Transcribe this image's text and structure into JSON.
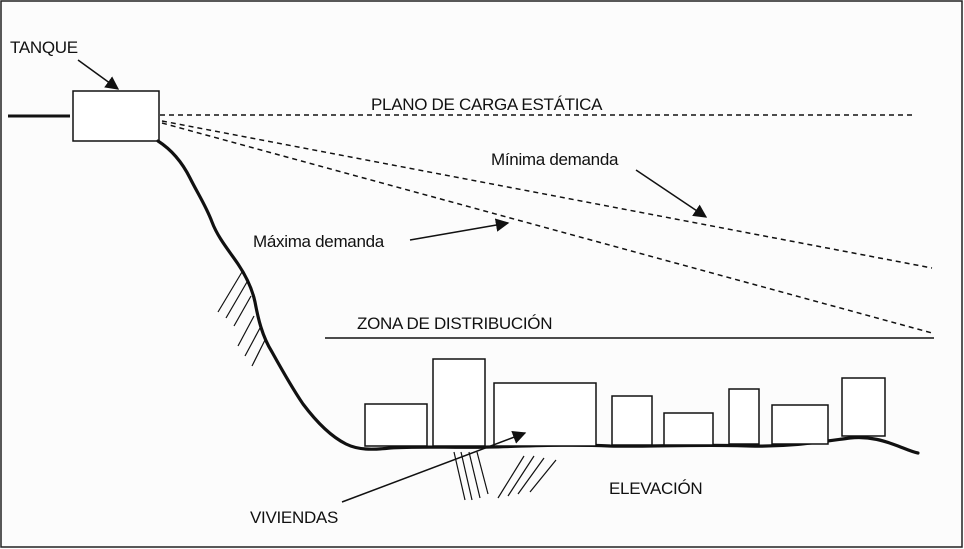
{
  "labels": {
    "tanque": "TANQUE",
    "plano": "PLANO DE CARGA ESTÁTICA",
    "minima": "Mínima demanda",
    "maxima": "Máxima demanda",
    "zona": "ZONA DE DISTRIBUCIÓN",
    "elevacion": "ELEVACIÓN",
    "viviendas": "VIVIENDAS"
  },
  "colors": {
    "ink": "#111111",
    "border": "#222222",
    "background": "#fcfcfc"
  }
}
